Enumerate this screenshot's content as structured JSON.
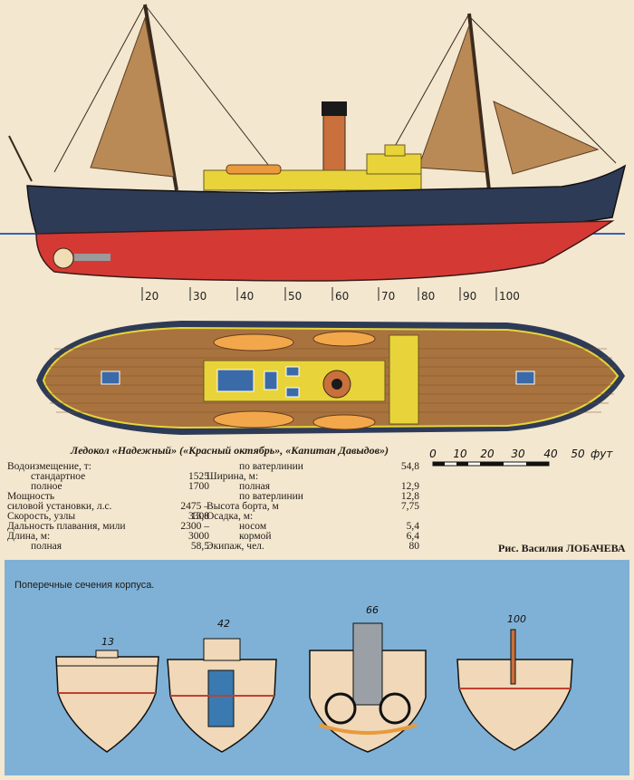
{
  "frames": [
    "20",
    "30",
    "40",
    "50",
    "60",
    "70",
    "80",
    "90",
    "100"
  ],
  "caption": "Ледокол «Надежный» («Красный октябрь», «Капитан Давыдов»)",
  "scale": {
    "ticks": [
      "0",
      "10",
      "20",
      "30",
      "40",
      "50"
    ],
    "unit": "фут"
  },
  "specs_left": [
    {
      "label": "Водоизмещение, т:",
      "value": "",
      "indent": false
    },
    {
      "label": "стандартное",
      "value": "1525",
      "indent": true
    },
    {
      "label": "полное",
      "value": "1700",
      "indent": true
    },
    {
      "label": "Мощность",
      "value": "",
      "indent": false
    },
    {
      "label": "силовой установки, л.с.",
      "value": "2475 – 3300",
      "indent": false
    },
    {
      "label": "Скорость, узлы",
      "value": "13,8",
      "indent": false
    },
    {
      "label": "Дальность плавания, мили",
      "value": "2300 – 3000",
      "indent": false
    },
    {
      "label": "Длина, м:",
      "value": "",
      "indent": false
    },
    {
      "label": "полная",
      "value": "58,5",
      "indent": true
    }
  ],
  "specs_right": [
    {
      "label": "по ватерлинии",
      "value": "54,8",
      "indent": true
    },
    {
      "label": "Ширина, м:",
      "value": "",
      "indent": false
    },
    {
      "label": "полная",
      "value": "12,9",
      "indent": true
    },
    {
      "label": "по ватерлинии",
      "value": "12,8",
      "indent": true
    },
    {
      "label": "Высота борта, м",
      "value": "7,75",
      "indent": false
    },
    {
      "label": "Осадка, м:",
      "value": "",
      "indent": false
    },
    {
      "label": "носом",
      "value": "5,4",
      "indent": true
    },
    {
      "label": "кормой",
      "value": "6,4",
      "indent": true
    },
    {
      "label": "Экипаж, чел.",
      "value": "80",
      "indent": false
    }
  ],
  "credit": "Рис. Василия ЛОБАЧЕВА",
  "sections_title": "Поперечные сечения корпуса.",
  "sections": [
    "13",
    "42",
    "66",
    "100"
  ],
  "colors": {
    "hull_dark": "#2e3b57",
    "hull_red": "#d43a33",
    "sail": "#b98a56",
    "deck": "#a8733e",
    "paper": "#f4e7cf",
    "blue_panel": "#7fb1d6"
  }
}
